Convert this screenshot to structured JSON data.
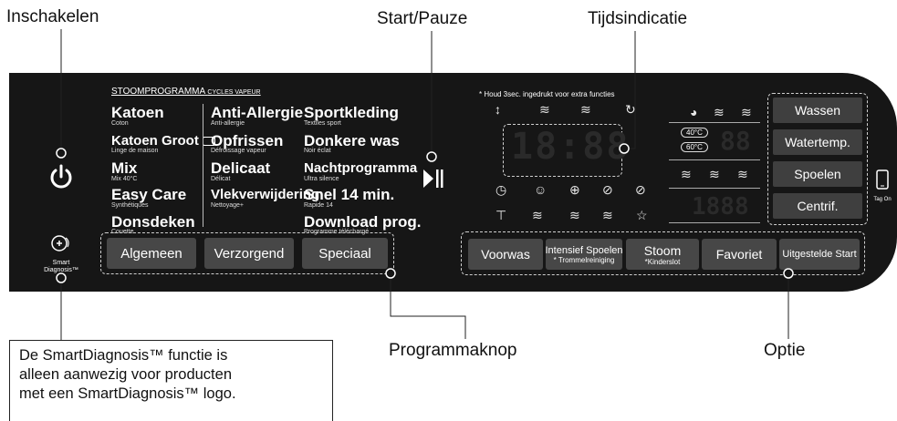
{
  "callouts": {
    "power": "Inschakelen",
    "start": "Start/Pauze",
    "time": "Tijdsindicatie",
    "program_knob": "Programmaknop",
    "option": "Optie"
  },
  "note": {
    "line1": "De SmartDiagnosis™ functie is",
    "line2": "alleen aanwezig voor producten",
    "line3": "met een SmartDiagnosis™ logo."
  },
  "panel": {
    "header_main": "STOOMPROGRAMMA",
    "header_sub": "CYCLES VAPEUR",
    "hint": "* Houd 3sec. ingedrukt voor extra functies",
    "smart_label_1": "Smart",
    "smart_label_2": "Diagnosis™",
    "tag_on": "Tag On",
    "display_time": "18:88",
    "temp_40": "40°C",
    "temp_60": "60°C",
    "temp_digits": "88",
    "spin_digits": "1888"
  },
  "programs": [
    {
      "name": "Katoen",
      "sub": "Coton"
    },
    {
      "name": "Katoen Groot",
      "sub": "Linge de maison"
    },
    {
      "name": "Mix",
      "sub": "Mix 40°C"
    },
    {
      "name": "Easy Care",
      "sub": "Synthétiques"
    },
    {
      "name": "Donsdeken",
      "sub": "Couette"
    },
    {
      "name": "Anti-Allergie",
      "sub": "Anti-allergie"
    },
    {
      "name": "Opfrissen",
      "sub": "Défroissage vapeur"
    },
    {
      "name": "Delicaat",
      "sub": "Délicat"
    },
    {
      "name": "Vlekverwijdering",
      "sub": "Nettoyage+"
    },
    {
      "name": "Sportkleding",
      "sub": "Textiles sport"
    },
    {
      "name": "Donkere was",
      "sub": "Noir éclat"
    },
    {
      "name": "Nachtprogramma",
      "sub": "Ultra silence"
    },
    {
      "name": "Snel 14 min.",
      "sub": "Rapide 14"
    },
    {
      "name": "Download prog.",
      "sub": "Programme téléchargé"
    }
  ],
  "program_buttons": [
    "Algemeen",
    "Verzorgend",
    "Speciaal"
  ],
  "option_buttons": [
    {
      "label": "Voorwas",
      "sub": ""
    },
    {
      "label": "Intensief Spoelen",
      "sub": "* Trommelreiniging"
    },
    {
      "label": "Stoom",
      "sub": "*Kinderslot"
    },
    {
      "label": "Favoriet",
      "sub": ""
    },
    {
      "label": "Uitgestelde Start",
      "sub": ""
    }
  ],
  "right_buttons": [
    "Wassen",
    "Watertemp.",
    "Spoelen",
    "Centrif."
  ],
  "icons": {
    "row1": [
      "↕",
      "≋",
      "≋",
      "↻"
    ],
    "row2": [
      "◷",
      "☺",
      "⊕",
      "⊘",
      "⊘"
    ],
    "row3": [
      "⊤",
      "≋",
      "≋",
      "≋",
      "☆"
    ],
    "right_row1": [
      "◕",
      "≋",
      "≋"
    ],
    "right_row2": [
      "≋",
      "≋",
      "≋"
    ]
  }
}
